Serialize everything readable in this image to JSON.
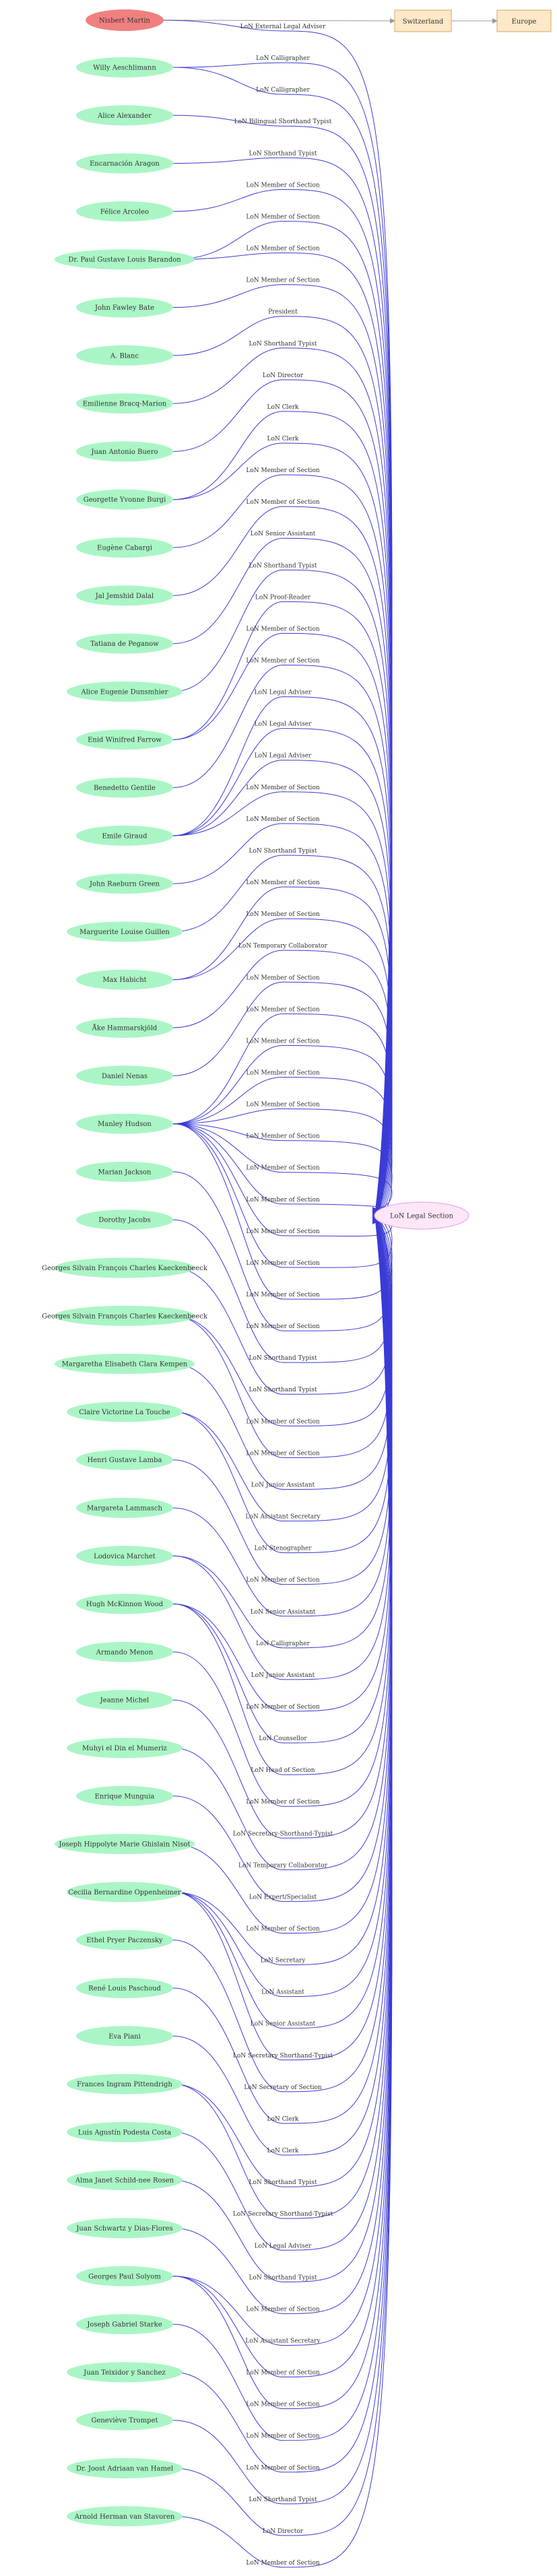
{
  "colors": {
    "person_fill": "#aaf5c5",
    "focus_fill": "#f08080",
    "place_fill": "#fde8c8",
    "place_stroke": "#d9a460",
    "section_fill": "#fde6f8",
    "section_stroke": "#e0a0e0",
    "edge_blue": "#3b3bd6",
    "edge_gray": "#9a9a9a"
  },
  "places": [
    {
      "id": "ch",
      "label": "Switzerland"
    },
    {
      "id": "eu",
      "label": "Europe"
    }
  ],
  "section": {
    "id": "sec",
    "label": "LoN Legal Section"
  },
  "focus": {
    "label": "Nisbert Martin",
    "edges": [
      {
        "label": "LoN External Legal Adviser"
      }
    ]
  },
  "people": [
    {
      "label": "Willy Aeschlimann",
      "edges": [
        {
          "label": "LoN Calligrapher"
        },
        {
          "label": "LoN Calligrapher"
        }
      ]
    },
    {
      "label": "Alice Alexander",
      "edges": [
        {
          "label": "LoN Bilingual Shorthand Typist"
        }
      ]
    },
    {
      "label": "Encarnación Aragon",
      "edges": [
        {
          "label": "LoN Shorthand Typist"
        }
      ]
    },
    {
      "label": "Félice Arcoleo",
      "edges": [
        {
          "label": "LoN Member of Section"
        }
      ]
    },
    {
      "label": "Dr. Paul Gustave Louis Barandon",
      "edges": [
        {
          "label": "LoN Member of Section"
        },
        {
          "label": "LoN Member of Section"
        }
      ]
    },
    {
      "label": "John Fawley Bate",
      "edges": [
        {
          "label": "LoN Member of Section"
        }
      ]
    },
    {
      "label": "A. Blanc",
      "edges": [
        {
          "label": "President"
        }
      ]
    },
    {
      "label": "Emilienne Bracq-Marion",
      "edges": [
        {
          "label": "LoN Shorthand Typist"
        }
      ]
    },
    {
      "label": "Juan Antonio Buero",
      "edges": [
        {
          "label": "LoN Director"
        }
      ]
    },
    {
      "label": "Georgette Yvonne Burgi",
      "edges": [
        {
          "label": "LoN Clerk"
        },
        {
          "label": "LoN Clerk"
        }
      ]
    },
    {
      "label": "Eugène Cabargi",
      "edges": [
        {
          "label": "LoN Member of Section"
        }
      ]
    },
    {
      "label": "Jal Jemshid Dalal",
      "edges": [
        {
          "label": "LoN Member of Section"
        }
      ]
    },
    {
      "label": "Tatiana de Peganow",
      "edges": [
        {
          "label": "LoN Senior Assistant"
        }
      ]
    },
    {
      "label": "Alice Eugenie Dunsmhier",
      "edges": [
        {
          "label": "LoN Shorthand Typist"
        }
      ]
    },
    {
      "label": "Enid Winifred Farrow",
      "edges": [
        {
          "label": "LoN Proof-Reader"
        },
        {
          "label": "LoN Member of Section"
        }
      ]
    },
    {
      "label": "Benedetto Gentile",
      "edges": [
        {
          "label": "LoN Member of Section"
        }
      ]
    },
    {
      "label": "Emile Giraud",
      "edges": [
        {
          "label": "LoN Legal Adviser"
        },
        {
          "label": "LoN Legal Adviser"
        },
        {
          "label": "LoN Legal Adviser"
        },
        {
          "label": "LoN Member of Section"
        }
      ]
    },
    {
      "label": "John Raeburn Green",
      "edges": [
        {
          "label": "LoN Member of Section"
        }
      ]
    },
    {
      "label": "Marguerite Louise Guillen",
      "edges": [
        {
          "label": "LoN Shorthand Typist"
        }
      ]
    },
    {
      "label": "Max Habicht",
      "edges": [
        {
          "label": "LoN Member of Section"
        },
        {
          "label": "LoN Member of Section"
        }
      ]
    },
    {
      "label": "Åke Hammarskjöld",
      "edges": [
        {
          "label": "LoN Temporary Collaborator"
        }
      ]
    },
    {
      "label": "Daniel Nenas",
      "edges": [
        {
          "label": "LoN Member of Section"
        }
      ]
    },
    {
      "label": "Manley Hudson",
      "edges": [
        {
          "label": "LoN Member of Section"
        },
        {
          "label": "LoN Member of Section"
        },
        {
          "label": "LoN Member of Section"
        },
        {
          "label": "LoN Member of Section"
        },
        {
          "label": "LoN Member of Section"
        },
        {
          "label": "LoN Member of Section"
        },
        {
          "label": "LoN Member of Section"
        },
        {
          "label": "LoN Member of Section"
        },
        {
          "label": "LoN Member of Section"
        },
        {
          "label": "LoN Member of Section"
        }
      ]
    },
    {
      "label": "Marian Jackson",
      "edges": [
        {
          "label": "LoN Member of Section"
        }
      ]
    },
    {
      "label": "Dorothy Jacobs",
      "edges": [
        {
          "label": "LoN Shorthand Typist"
        }
      ]
    },
    {
      "label": "Georges Silvain François Charles Kaeckenbeeck",
      "edges": [
        {
          "label": "LoN Shorthand Typist"
        }
      ]
    },
    {
      "label": "Georges Silvain François Charles Kaeckenbeeck",
      "edges": [
        {
          "label": "LoN Member of Section"
        },
        {
          "label": "LoN Member of Section"
        }
      ]
    },
    {
      "label": "Margaretha Elisabeth Clara Kempen",
      "edges": [
        {
          "label": "LoN Junior Assistant"
        }
      ]
    },
    {
      "label": "Claire Victorine La Touche",
      "edges": [
        {
          "label": "LoN Assistant Secretary"
        },
        {
          "label": "LoN Stenographer"
        }
      ]
    },
    {
      "label": "Henri Gustave Lamba",
      "edges": [
        {
          "label": "LoN Member of Section"
        }
      ]
    },
    {
      "label": "Margareta Lammasch",
      "edges": [
        {
          "label": "LoN Senior Assistant"
        }
      ]
    },
    {
      "label": "Lodovica Marchet",
      "edges": [
        {
          "label": "LoN Calligrapher"
        },
        {
          "label": "LoN Junior Assistant"
        }
      ]
    },
    {
      "label": "Hugh McKinnon Wood",
      "edges": [
        {
          "label": "LoN Member of Section"
        },
        {
          "label": "LoN Counsellor"
        },
        {
          "label": "LoN Head of Section"
        }
      ]
    },
    {
      "label": "Armando Menon",
      "edges": [
        {
          "label": "LoN Member of Section"
        }
      ]
    },
    {
      "label": "Jeanne Michel",
      "edges": [
        {
          "label": "LoN Secretary-Shorthand-Typist"
        }
      ]
    },
    {
      "label": "Muhyi el Din el Mumeriz",
      "edges": [
        {
          "label": "LoN Temporary Collaborator"
        }
      ]
    },
    {
      "label": "Enrique Munguia",
      "edges": [
        {
          "label": "LoN Expert/Specialist"
        }
      ]
    },
    {
      "label": "Joseph Hippolyte Marie Ghislain Nisot",
      "edges": [
        {
          "label": "LoN Member of Section"
        }
      ]
    },
    {
      "label": "Cecilia Bernardine Oppenheimer",
      "edges": [
        {
          "label": "LoN Secretary"
        },
        {
          "label": "LoN Assistant"
        },
        {
          "label": "LoN Senior Assistant"
        },
        {
          "label": "LoN Secretary Shorthand-Typist"
        }
      ]
    },
    {
      "label": "Ethel Pryer Paczensky",
      "edges": [
        {
          "label": "LoN Secretary of Section"
        }
      ]
    },
    {
      "label": "René Louis Paschoud",
      "edges": [
        {
          "label": "LoN Clerk"
        }
      ]
    },
    {
      "label": "Eva Piani",
      "edges": [
        {
          "label": "LoN Clerk"
        }
      ]
    },
    {
      "label": "Frances Ingram Pittendrigh",
      "edges": [
        {
          "label": "LoN Shorthand Typist"
        },
        {
          "label": "LoN Secretary Shorthand-Typist"
        }
      ]
    },
    {
      "label": "Luis Agustín Podesta Costa",
      "edges": [
        {
          "label": "LoN Legal Adviser"
        }
      ]
    },
    {
      "label": "Alma Janet Schild-nee Rosen",
      "edges": [
        {
          "label": "LoN Shorthand Typist"
        }
      ]
    },
    {
      "label": "Juan Schwartz y Dias-Flores",
      "edges": [
        {
          "label": "LoN Member of Section"
        }
      ]
    },
    {
      "label": "Georges Paul Solyom",
      "edges": [
        {
          "label": "LoN Assistant Secretary"
        },
        {
          "label": "LoN Member of Section"
        },
        {
          "label": "LoN Member of Section"
        }
      ]
    },
    {
      "label": "Joseph Gabriel Starke",
      "edges": [
        {
          "label": "LoN Member of Section"
        }
      ]
    },
    {
      "label": "Juan Teixidor y Sanchez",
      "edges": [
        {
          "label": "LoN Member of Section"
        }
      ]
    },
    {
      "label": "Geneviève Trompet",
      "edges": [
        {
          "label": "LoN Shorthand Typist"
        }
      ]
    },
    {
      "label": "Dr. Joost Adriaan van Hamel",
      "edges": [
        {
          "label": "LoN Director"
        }
      ]
    },
    {
      "label": "Arnold Herman van Stavoren",
      "edges": [
        {
          "label": "LoN Member of Section"
        }
      ]
    }
  ]
}
